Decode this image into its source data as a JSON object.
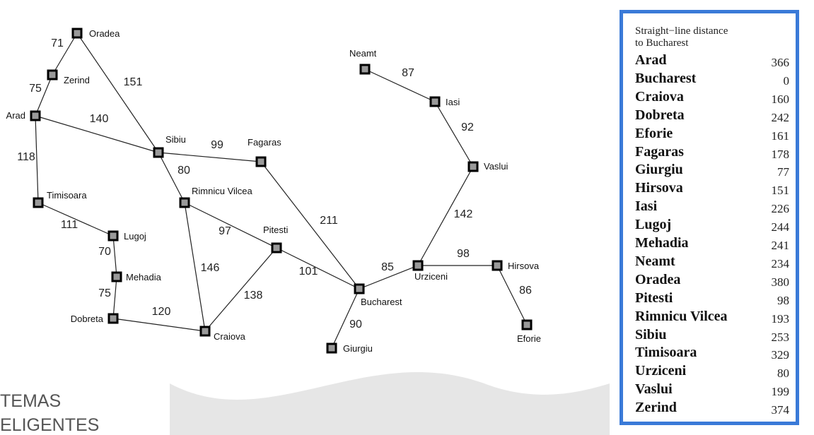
{
  "cities": [
    {
      "id": "oradea",
      "name": "Oradea"
    },
    {
      "id": "zerind",
      "name": "Zerind"
    },
    {
      "id": "arad",
      "name": "Arad"
    },
    {
      "id": "sibiu",
      "name": "Sibiu"
    },
    {
      "id": "fagaras",
      "name": "Fagaras"
    },
    {
      "id": "timisoara",
      "name": "Timisoara"
    },
    {
      "id": "rimnicu",
      "name": "Rimnicu Vilcea"
    },
    {
      "id": "lugoj",
      "name": "Lugoj"
    },
    {
      "id": "pitesti",
      "name": "Pitesti"
    },
    {
      "id": "mehadia",
      "name": "Mehadia"
    },
    {
      "id": "dobreta",
      "name": "Dobreta"
    },
    {
      "id": "craiova",
      "name": "Craiova"
    },
    {
      "id": "bucharest",
      "name": "Bucharest"
    },
    {
      "id": "giurgiu",
      "name": "Giurgiu"
    },
    {
      "id": "urziceni",
      "name": "Urziceni"
    },
    {
      "id": "hirsova",
      "name": "Hirsova"
    },
    {
      "id": "eforie",
      "name": "Eforie"
    },
    {
      "id": "neamt",
      "name": "Neamt"
    },
    {
      "id": "iasi",
      "name": "Iasi"
    },
    {
      "id": "vaslui",
      "name": "Vaslui"
    }
  ],
  "roads": [
    {
      "from": "oradea",
      "to": "zerind",
      "distance": "71"
    },
    {
      "from": "zerind",
      "to": "arad",
      "distance": "75"
    },
    {
      "from": "oradea",
      "to": "sibiu",
      "distance": "151"
    },
    {
      "from": "arad",
      "to": "sibiu",
      "distance": "140"
    },
    {
      "from": "arad",
      "to": "timisoara",
      "distance": "118"
    },
    {
      "from": "sibiu",
      "to": "fagaras",
      "distance": "99"
    },
    {
      "from": "sibiu",
      "to": "rimnicu",
      "distance": "80"
    },
    {
      "from": "timisoara",
      "to": "lugoj",
      "distance": "111"
    },
    {
      "from": "lugoj",
      "to": "mehadia",
      "distance": "70"
    },
    {
      "from": "mehadia",
      "to": "dobreta",
      "distance": "75"
    },
    {
      "from": "dobreta",
      "to": "craiova",
      "distance": "120"
    },
    {
      "from": "rimnicu",
      "to": "pitesti",
      "distance": "97"
    },
    {
      "from": "rimnicu",
      "to": "craiova",
      "distance": "146"
    },
    {
      "from": "craiova",
      "to": "pitesti",
      "distance": "138"
    },
    {
      "from": "fagaras",
      "to": "bucharest",
      "distance": "211"
    },
    {
      "from": "pitesti",
      "to": "bucharest",
      "distance": "101"
    },
    {
      "from": "bucharest",
      "to": "giurgiu",
      "distance": "90"
    },
    {
      "from": "bucharest",
      "to": "urziceni",
      "distance": "85"
    },
    {
      "from": "urziceni",
      "to": "hirsova",
      "distance": "98"
    },
    {
      "from": "hirsova",
      "to": "eforie",
      "distance": "86"
    },
    {
      "from": "urziceni",
      "to": "vaslui",
      "distance": "142"
    },
    {
      "from": "vaslui",
      "to": "iasi",
      "distance": "92"
    },
    {
      "from": "iasi",
      "to": "neamt",
      "distance": "87"
    }
  ],
  "table": {
    "heading_line1": "Straight−line distance",
    "heading_line2": "to Bucharest",
    "rows": [
      {
        "city": "Arad",
        "distance": "366"
      },
      {
        "city": "Bucharest",
        "distance": "0"
      },
      {
        "city": "Craiova",
        "distance": "160"
      },
      {
        "city": "Dobreta",
        "distance": "242"
      },
      {
        "city": "Eforie",
        "distance": "161"
      },
      {
        "city": "Fagaras",
        "distance": "178"
      },
      {
        "city": "Giurgiu",
        "distance": "77"
      },
      {
        "city": "Hirsova",
        "distance": "151"
      },
      {
        "city": "Iasi",
        "distance": "226"
      },
      {
        "city": "Lugoj",
        "distance": "244"
      },
      {
        "city": "Mehadia",
        "distance": "241"
      },
      {
        "city": "Neamt",
        "distance": "234"
      },
      {
        "city": "Oradea",
        "distance": "380"
      },
      {
        "city": "Pitesti",
        "distance": "98"
      },
      {
        "city": "Rimnicu Vilcea",
        "distance": "193"
      },
      {
        "city": "Sibiu",
        "distance": "253"
      },
      {
        "city": "Timisoara",
        "distance": "329"
      },
      {
        "city": "Urziceni",
        "distance": "80"
      },
      {
        "city": "Vaslui",
        "distance": "199"
      },
      {
        "city": "Zerind",
        "distance": "374"
      }
    ]
  },
  "footer": {
    "line1": "TEMAS",
    "line2": "ELIGENTES"
  },
  "colors": {
    "table_border": "#3a7ad8",
    "node_fill": "#9a9a9a",
    "wave": "#e6e6e6"
  }
}
